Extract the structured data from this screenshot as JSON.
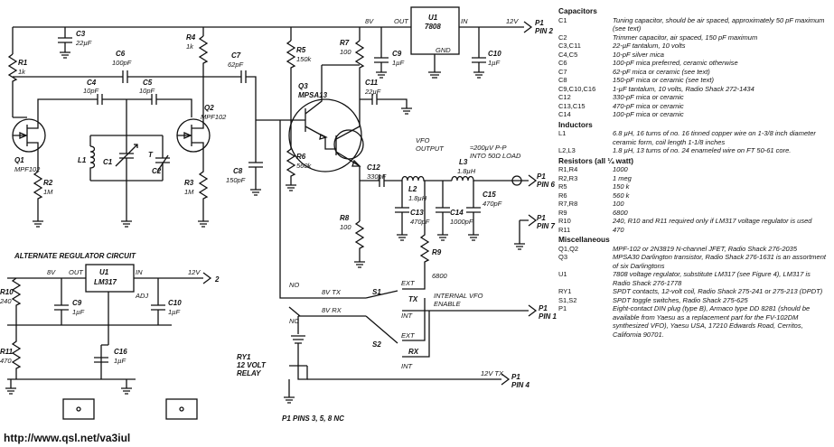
{
  "schematic": {
    "labels": {
      "c3": "C3",
      "c3v": "22µF",
      "r1": "R1",
      "r1v": "1k",
      "r4": "R4",
      "r4v": "1k",
      "c6": "C6",
      "c6v": "100pF",
      "c7": "C7",
      "c7v": "62pF",
      "c4": "C4",
      "c4v": "10pF",
      "c5": "C5",
      "c5v": "10pF",
      "q1": "Q1",
      "q1v": "MPF102",
      "q2": "Q2",
      "q2v": "MPF102",
      "l1": "L1",
      "c1": "C1",
      "c2": "C2",
      "c2t": "T",
      "r2": "R2",
      "r2v": "1M",
      "r3": "R3",
      "r3v": "1M",
      "c8": "C8",
      "c8v": "150pF",
      "r5": "R5",
      "r5v": "150k",
      "r6": "R6",
      "r6v": "560k",
      "r7": "R7",
      "r7v": "100",
      "q3": "Q3",
      "q3v": "MPSA13",
      "c11": "C11",
      "c11v": "22µF",
      "c12": "C12",
      "c12v": "330pF",
      "r8": "R8",
      "r8v": "100",
      "l2": "L2",
      "l2v": "1.8µH",
      "l3": "L3",
      "l3v": "1.8µH",
      "c13": "C13",
      "c13v": "470pF",
      "c14": "C14",
      "c14v": "1000pF",
      "c15": "C15",
      "c15v": "470pF",
      "r9": "R9",
      "r9v": "6800",
      "u1": "U1",
      "u1v": "7808",
      "u1out": "OUT",
      "u1in": "IN",
      "u1gnd": "GND",
      "c9": "C9",
      "c9v": "1µF",
      "c10": "C10",
      "c10v": "1µF",
      "v8": "8V",
      "v12": "12V",
      "p1pin2": "P1\nPIN 2",
      "vfo": "VFO\nOUTPUT",
      "vfoout": "≈200µV P-P\nINTO 50Ω LOAD",
      "p1pin6": "P1\nPIN 6",
      "p1pin7": "P1\nPIN 7",
      "alt": "ALTERNATE REGULATOR CIRCUIT",
      "alt_u1": "U1",
      "alt_u1v": "LM317",
      "alt_out": "OUT",
      "alt_in": "IN",
      "alt_adj": "ADJ",
      "alt_8v": "8V",
      "alt_12v": "12V",
      "alt_2": "2",
      "alt_r10": "R10",
      "alt_r10v": "240",
      "alt_c9": "C9",
      "alt_c9v": "1µF",
      "alt_c10": "C10",
      "alt_c10v": "1µF",
      "alt_r11": "R11",
      "alt_r11v": "470",
      "alt_c16": "C16",
      "alt_c16v": "1µF",
      "no": "NO",
      "nc": "NC",
      "tx8": "8V TX",
      "rx8": "8V RX",
      "s1": "S1",
      "ext1": "EXT",
      "tx": "TX",
      "int1": "INT",
      "s2": "S2",
      "ext2": "EXT",
      "rx": "RX",
      "int2": "INT",
      "ivfo": "INTERNAL VFO\nENABLE",
      "p1pin1": "P1\nPIN 1",
      "ry1": "RY1\n12 VOLT\nRELAY",
      "tx12": "12V TX",
      "p1pin4": "P1\nPIN 4",
      "nc_pins": "P1 PINS 3, 5, 8 NC"
    },
    "url": "http://www.qsl.net/va3iul"
  },
  "parts": [
    {
      "section": "Capacitors",
      "items": [
        {
          "d": "C1",
          "t": "Tuning capacitor, should be air spaced, approximately 50 pF maximum (see text)"
        },
        {
          "d": "C2",
          "t": "Trimmer capacitor, air spaced, 150 pF maximum"
        },
        {
          "d": "C3,C11",
          "t": "22-µF tantalum, 10 volts"
        },
        {
          "d": "C4,C5",
          "t": "10-pF silver mica"
        },
        {
          "d": "C6",
          "t": "100-pF mica preferred, ceramic otherwise"
        },
        {
          "d": "C7",
          "t": "62-pF mica or ceramic (see text)"
        },
        {
          "d": "C8",
          "t": "150-pF mica or ceramic (see text)"
        },
        {
          "d": "C9,C10,C16",
          "t": "1-µF tantalum, 10 volts, Radio Shack 272-1434"
        },
        {
          "d": "C12",
          "t": "330-pF mica or ceramic"
        },
        {
          "d": "C13,C15",
          "t": "470-pF mica or ceramic"
        },
        {
          "d": "C14",
          "t": "100-pF mica or ceramic"
        }
      ]
    },
    {
      "section": "Inductors",
      "items": [
        {
          "d": "L1",
          "t": "6.8 µH, 16 turns of no. 16 tinned copper wire on 1-3/8 inch diameter ceramic form, coil length 1-1/8 inches"
        },
        {
          "d": "L2,L3",
          "t": "1.8 µH, 13 turns of no. 24 enameled wire on FT 50-61 core."
        }
      ]
    },
    {
      "section": "Resistors (all ¼ watt)",
      "items": [
        {
          "d": "R1,R4",
          "t": "1000"
        },
        {
          "d": "R2,R3",
          "t": "1 meg"
        },
        {
          "d": "R5",
          "t": "150 k"
        },
        {
          "d": "R6",
          "t": "560 k"
        },
        {
          "d": "R7,R8",
          "t": "100"
        },
        {
          "d": "R9",
          "t": "6800"
        },
        {
          "d": "R10",
          "t": "240, R10 and R11 required only if LM317 voltage regulator is used"
        },
        {
          "d": "R11",
          "t": "470"
        }
      ]
    },
    {
      "section": "Miscellaneous",
      "items": [
        {
          "d": "Q1,Q2",
          "t": "MPF-102 or 2N3819 N-channel JFET, Radio Shack 276-2035"
        },
        {
          "d": "Q3",
          "t": "MPSA30 Darlington transistor, Radio Shack 276-1631 is an assortment of six Darlingtons"
        },
        {
          "d": "U1",
          "t": "7808 voltage regulator, substitute LM317 (see Figure 4), LM317 is Radio Shack 276-1778"
        },
        {
          "d": "RY1",
          "t": "SPDT contacts, 12-volt coil, Radio Shack 275-241 or 275-213 (DPDT)"
        },
        {
          "d": "S1,S2",
          "t": "SPDT toggle switches, Radio Shack 275-625"
        },
        {
          "d": "P1",
          "t": "Eight-contact DIN plug (type B), Armaco type DD 8281 (should be available from Yaesu as a replacement part for the FV-102DM synthesized VFO), Yaesu USA, 17210 Edwards Road, Cerritos, California 90701."
        }
      ]
    }
  ]
}
